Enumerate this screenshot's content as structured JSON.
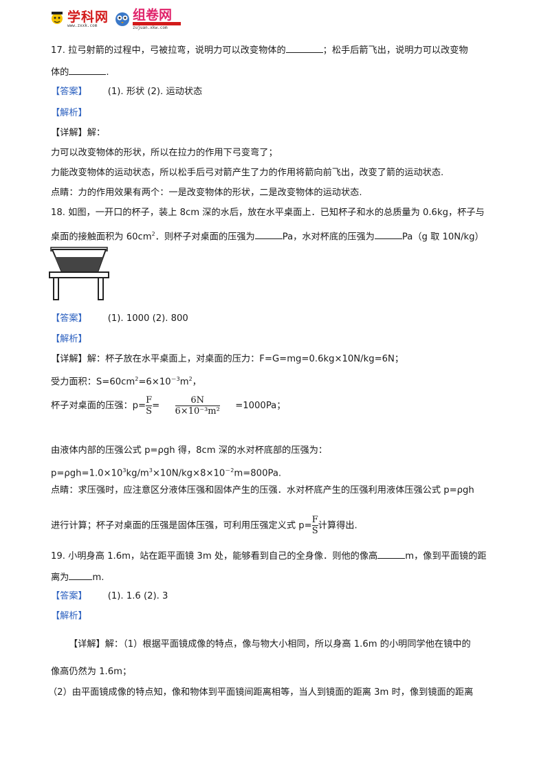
{
  "header": {
    "logo1_text": "学科网",
    "logo1_sub": "www.zxxk.com",
    "logo2_text": "组卷网",
    "logo2_sub": "zujuan.xkw.com"
  },
  "q17": {
    "line1": "17. 拉弓射箭的过程中，弓被拉弯，说明力可以改变物体的",
    "line1b": "；松手后箭飞出，说明力可以改变物",
    "line2a": "体的",
    "line2b": ".",
    "answer_tag": "【答案】",
    "answer": "(1). 形状    (2). 运动状态",
    "analysis_tag": "【解析】",
    "detail": "【详解】解：",
    "d1": "力可以改变物体的形状，所以在拉力的作用下弓变弯了；",
    "d2": "力能改变物体的运动状态，所以松手后弓对箭产生了力的作用将箭向前飞出，改变了箭的运动状态.",
    "d3": "点睛：力的作用效果有两个：一是改变物体的形状，二是改变物体的运动状态."
  },
  "q18": {
    "line1": "18. 如图，一开口的杯子，装上 8cm 深的水后，放在水平桌面上．已知杯子和水的总质量为 0.6kg，杯子与",
    "line2a": "桌面的接触面积为 60cm",
    "line2b": "．则杯子对桌面的压强为",
    "line2c": "Pa，水对杯底的压强为",
    "line2d": "Pa（g 取 10N/kg）",
    "answer_tag": "【答案】",
    "answer": "(1). 1000   (2). 800",
    "analysis_tag": "【解析】",
    "d1": "【详解】解：杯子放在水平桌面上，对桌面的压力：F=G=mg=0.6kg×10N/kg=6N；",
    "d2a": "受力面积：S=60cm",
    "d2b": "=6×10",
    "d2c": "m",
    "d2d": "，",
    "d3a": "杯子对桌面的压强：p=",
    "d3_frac1_num": "F",
    "d3_frac1_den": "S",
    "d3b": "=",
    "d3_frac2_num": "6N",
    "d3_frac2_den": "6×10⁻³m²",
    "d3c": "=1000Pa；",
    "d4": "由液体内部的压强公式 p=ρgh 得，8cm 深的水对杯底部的压强为：",
    "d5a": "p=ρgh=1.0×10",
    "d5b": "kg/m",
    "d5c": "×10N/kg×8×10",
    "d5d": "m=800Pa.",
    "d6": "点睛：求压强时，应注意区分液体压强和固体产生的压强．水对杯底产生的压强利用液体压强公式 p=ρgh",
    "d7a": "进行计算；杯子对桌面的压强是固体压强，可利用压强定义式 p=",
    "d7b": "计算得出."
  },
  "q19": {
    "line1a": "19. 小明身高 1.6m，站在距平面镜 3m 处，能够看到自己的全身像．则他的像高",
    "line1b": "m，像到平面镜的距",
    "line2a": "离为",
    "line2b": "m.",
    "answer_tag": "【答案】",
    "answer": "(1). 1.6   (2). 3",
    "analysis_tag": "【解析】",
    "d1": "【详解】解：（1）根据平面镜成像的特点，像与物大小相同，所以身高 1.6m 的小明同学他在镜中的",
    "d2": "像高仍然为 1.6m；",
    "d3": "（2）由平面镜成像的特点知，像和物体到平面镜间距离相等，当人到镜面的距离 3m 时，像到镜面的距离"
  },
  "sup": {
    "two": "2",
    "three": "3",
    "neg3": "－3",
    "neg2": "－2"
  }
}
